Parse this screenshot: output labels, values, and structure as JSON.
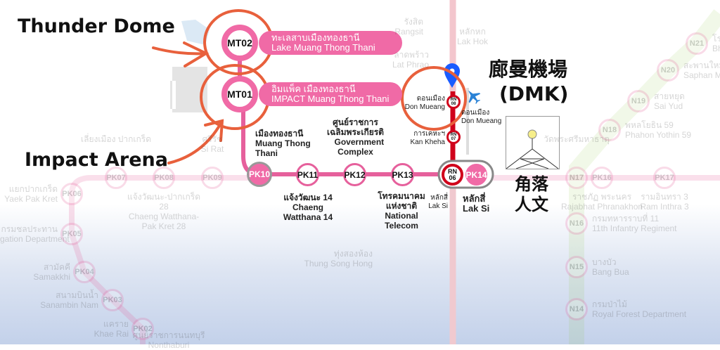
{
  "annotations": {
    "thunder_dome": "Thunder Dome",
    "impact_arena": "Impact Arena",
    "dmk_chinese": "廊曼機場",
    "dmk_code": "(DMK)",
    "logo_text_1": "角落",
    "logo_text_2": "人文"
  },
  "colors": {
    "pink_line": "#e6609c",
    "red_line": "#d0021b",
    "green_line": "#8dc63f",
    "annotation": "#e8603c",
    "pin": "#1a5cff"
  },
  "monorail_branch": [
    {
      "code": "MT02",
      "thai": "ทะเลสาบเมืองทองธานี",
      "english": "Lake Muang Thong Thani"
    },
    {
      "code": "MT01",
      "thai": "อิมแพ็ค เมืองทองธานี",
      "english": "IMPACT Muang Thong Thani"
    }
  ],
  "pink_line_stations": [
    {
      "code": "PK10",
      "thai": "เมืองทองธานี",
      "english": "Muang Thong Thani"
    },
    {
      "code": "PK11",
      "thai": "แจ้งวัฒนะ 14",
      "english": "Chaeng Watthana 14"
    },
    {
      "code": "PK12",
      "thai": "ศูนย์ราชการ เฉลิมพระเกียรติ",
      "english": "Government Complex"
    },
    {
      "code": "PK13",
      "thai": "โทรคมนาคม แห่งชาติ",
      "english": "National Telecom"
    },
    {
      "code": "PK14",
      "thai": "หลักสี่",
      "english": "Lak Si"
    }
  ],
  "red_line_stations": [
    {
      "code": "RN08",
      "thai": "ดอนเมือง",
      "english": "Don Mueang"
    },
    {
      "code": "RN07",
      "thai": "การเคหะฯ",
      "english": "Kan Kheha"
    },
    {
      "code": "RN06",
      "thai": "หลักสี่",
      "english": "Lak Si"
    }
  ],
  "airport_link": {
    "thai": "ดอนเมือง",
    "english": "Don Mueang"
  },
  "faded_stations": [
    {
      "code": "PK02",
      "thai": "แคราย",
      "english": "Khae Rai"
    },
    {
      "code": "PK03",
      "thai": "สนามบินน้ำ",
      "english": "Sanambin Nam"
    },
    {
      "code": "PK04",
      "thai": "สามัคคี",
      "english": "Samakkhi"
    },
    {
      "code": "PK05",
      "thai": "กรมชลประทาน",
      "english": "Royal Irrigation Department"
    },
    {
      "code": "PK06",
      "thai": "แยกปากเกร็ด",
      "english": "Yaek Pak Kret"
    },
    {
      "code": "PK07",
      "thai": "เลี่ยงเมือง ปากเกร็ด",
      "english": ""
    },
    {
      "code": "PK08",
      "thai": "แจ้งวัฒนะ-ปากเกร็ด 28",
      "english": "Chaeng Watthana-Pak Kret 28"
    },
    {
      "code": "PK09",
      "thai": "ศรีรัช",
      "english": "Si Rat"
    },
    {
      "code": "PK16",
      "thai": "ราชภัฏ พระนคร",
      "english": "Rajabhat Phranakhon"
    },
    {
      "code": "PK17",
      "thai": "รามอินทรา 3",
      "english": "Ram Inthra 3"
    },
    {
      "code": "N21",
      "thai": "โรงพยาบาลภูมิพลอดุลยเดช",
      "english": "Bhumibol Adulyadej Hospital"
    },
    {
      "code": "N20",
      "thai": "สะพานใหม่",
      "english": "Saphan Mai"
    },
    {
      "code": "N19",
      "thai": "สายหยุด",
      "english": "Sai Yud"
    },
    {
      "code": "N18",
      "thai": "พหลโยธิน 59",
      "english": "Phahon Yothin 59"
    },
    {
      "code": "N17",
      "thai": "วัดพระศรีมหาธาตุ",
      "english": ""
    },
    {
      "code": "N16",
      "thai": "กรมทหารราบที่ 11",
      "english": "11th Infantry Regiment"
    },
    {
      "code": "N15",
      "thai": "บางบัว",
      "english": "Bang Bua"
    },
    {
      "code": "N14",
      "thai": "กรมป่าไม้",
      "english": "Royal Forest Department"
    },
    {
      "code": "",
      "thai": "ศูนย์ราชการนนทบุรี",
      "english": "Nonthaburi"
    },
    {
      "code": "",
      "thai": "ทุ่งสองห้อง",
      "english": "Thung Song Hong"
    },
    {
      "code": "",
      "thai": "รังสิต",
      "english": "Rangsit"
    },
    {
      "code": "",
      "thai": "หลักหก",
      "english": "Lak Hok"
    },
    {
      "code": "",
      "thai": "ลาดพร้าว",
      "english": "Lat Phrao"
    }
  ]
}
